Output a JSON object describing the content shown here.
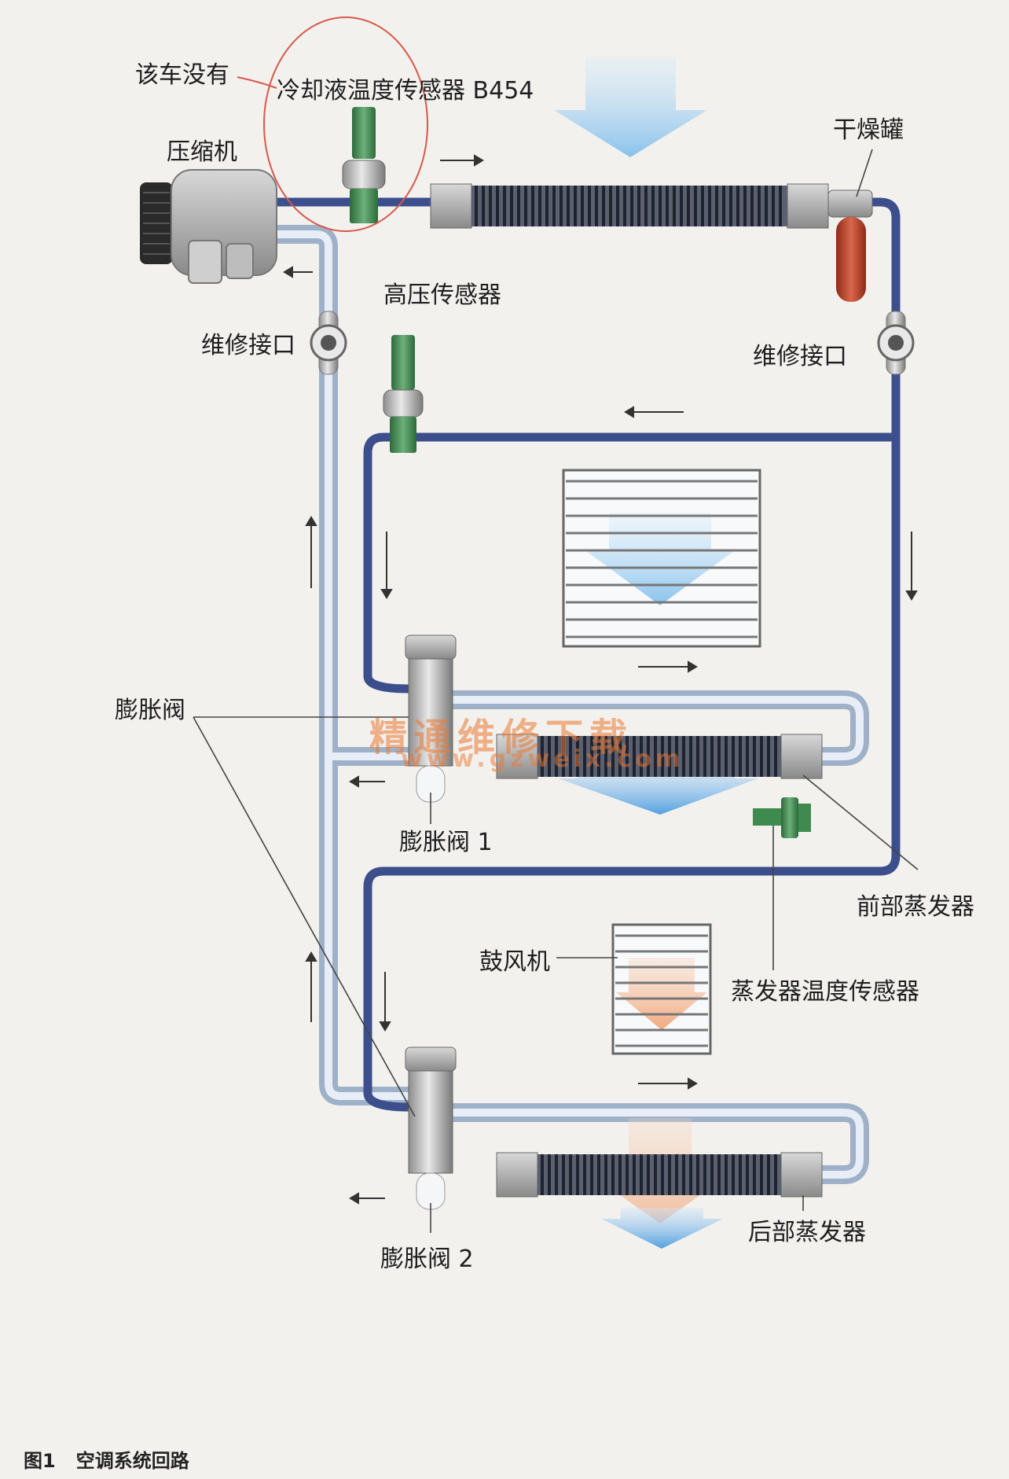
{
  "labels": {
    "no_such": "该车没有",
    "coolant_sensor": "冷却液温度传感器 B454",
    "compressor": "压缩机",
    "drier": "干燥罐",
    "high_pressure_sensor": "高压传感器",
    "service_port_left": "维修接口",
    "service_port_right": "维修接口",
    "expansion_valve": "膨胀阀",
    "expansion_valve_1": "膨胀阀 1",
    "front_evaporator": "前部蒸发器",
    "blower": "鼓风机",
    "evaporator_temp_sensor": "蒸发器温度传感器",
    "expansion_valve_2": "膨胀阀 2",
    "rear_evaporator": "后部蒸发器"
  },
  "watermark": {
    "cn": "精通维修下载",
    "url": "www.gzweix.com"
  },
  "caption": {
    "fig": "图1",
    "title": "空调系统回路"
  },
  "colors": {
    "high_pressure_pipe": "#3c4f8c",
    "low_pressure_pipe": "#c9d6e6",
    "sensor_green": "#3f8a4f",
    "drier_red": "#b5402a",
    "airflow_blue": "#5aa9e6",
    "warm_air": "#f3b38e",
    "highlight_circle": "#d9584a"
  }
}
